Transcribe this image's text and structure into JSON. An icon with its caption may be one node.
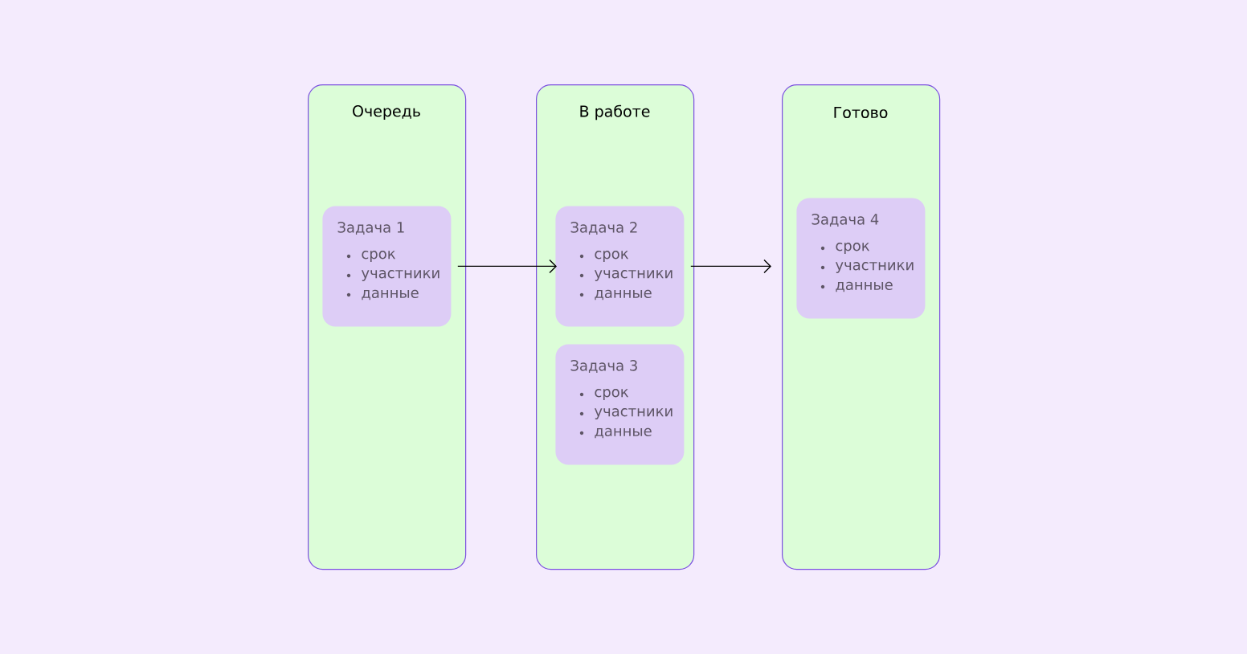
{
  "diagram": {
    "nodes": [
      {
        "text": [
          "Очередь"
        ]
      },
      {
        "text": [
          "Задача 1",
          "срок",
          "участники",
          "данные"
        ],
        "in": 0
      },
      {
        "text": [
          "В работе"
        ]
      },
      {
        "text": [
          "Задача 2",
          "срок",
          "участники",
          "данные"
        ],
        "in": 2
      },
      {
        "text": [
          "Задача 3",
          "срок",
          "участники",
          "данные"
        ],
        "in": 2
      },
      {
        "text": [
          "Готово"
        ]
      },
      {
        "text": [
          "Задача 4",
          "срок",
          "участники",
          "данные"
        ],
        "in": 5
      }
    ],
    "edges": [
      {
        "from": 1,
        "to": 3,
        "arrow": "to"
      },
      {
        "from": 3,
        "to": 5,
        "arrow": "to"
      }
    ]
  }
}
